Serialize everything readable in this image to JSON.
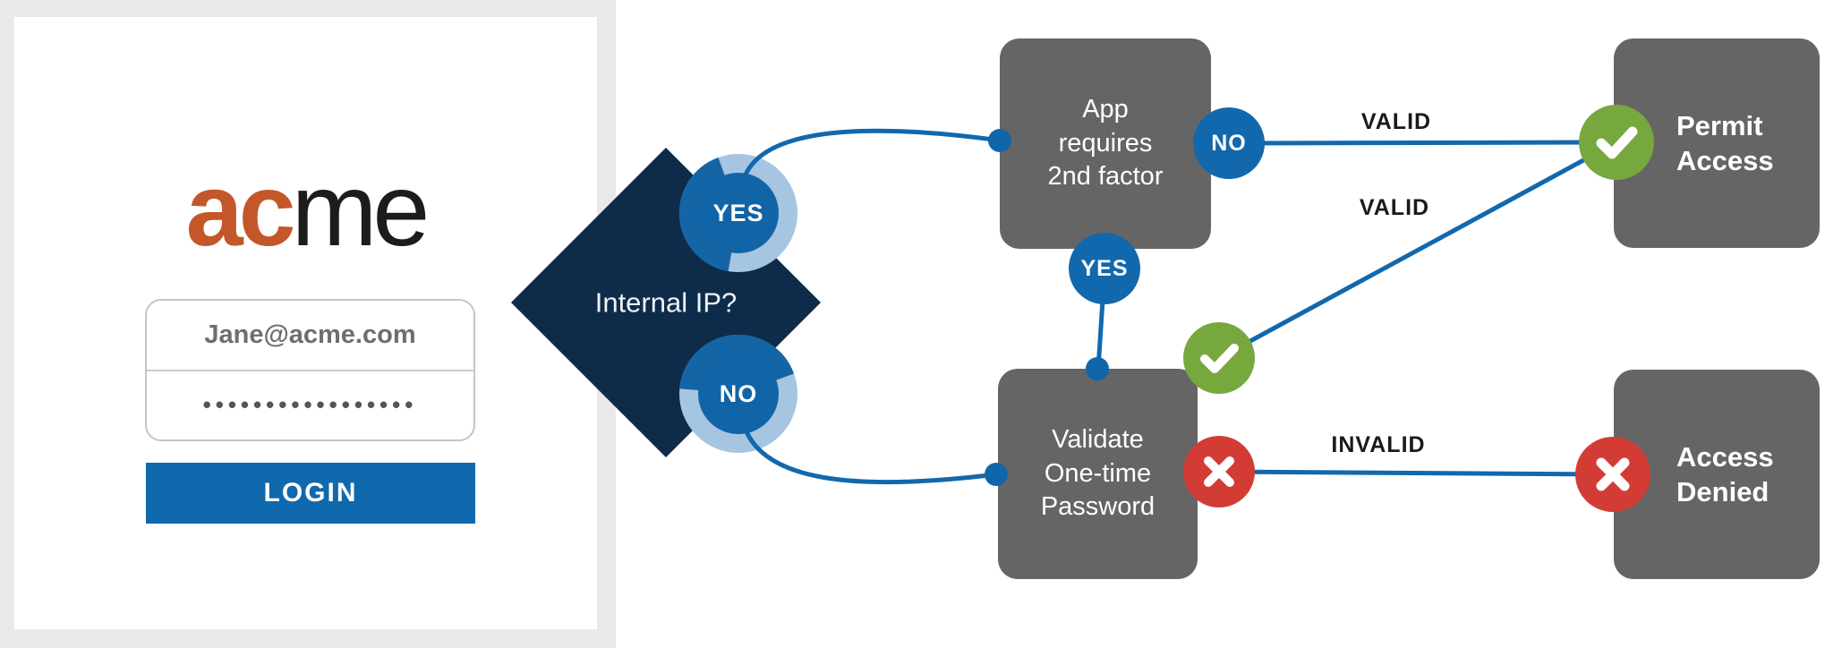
{
  "login_panel": {
    "brand": {
      "ac": "ac",
      "me": "me"
    },
    "email_value": "Jane@acme.com",
    "password_masked": "•••••••••••••••••",
    "login_label": "LOGIN"
  },
  "flowchart": {
    "decision_label": "Internal IP?",
    "decision_yes": "YES",
    "decision_no": "NO",
    "app_box": "App\nrequires\n2nd factor",
    "app_no": "NO",
    "app_yes": "YES",
    "validate_box": "Validate\nOne-time\nPassword",
    "permit_box": "Permit\nAccess",
    "denied_box": "Access\nDenied",
    "valid_top": "VALID",
    "valid_mid": "VALID",
    "invalid": "INVALID"
  },
  "colors": {
    "panel_gray": "#e9e9e9",
    "node_gray": "#666566",
    "navy_diamond": "#0e2c4a",
    "blue": "#1268ac",
    "light_blue_ring": "#a6c5e1",
    "green": "#76a83e",
    "red": "#d23c35",
    "logo_orange": "#c3572a",
    "button_blue": "#0f69ac"
  }
}
